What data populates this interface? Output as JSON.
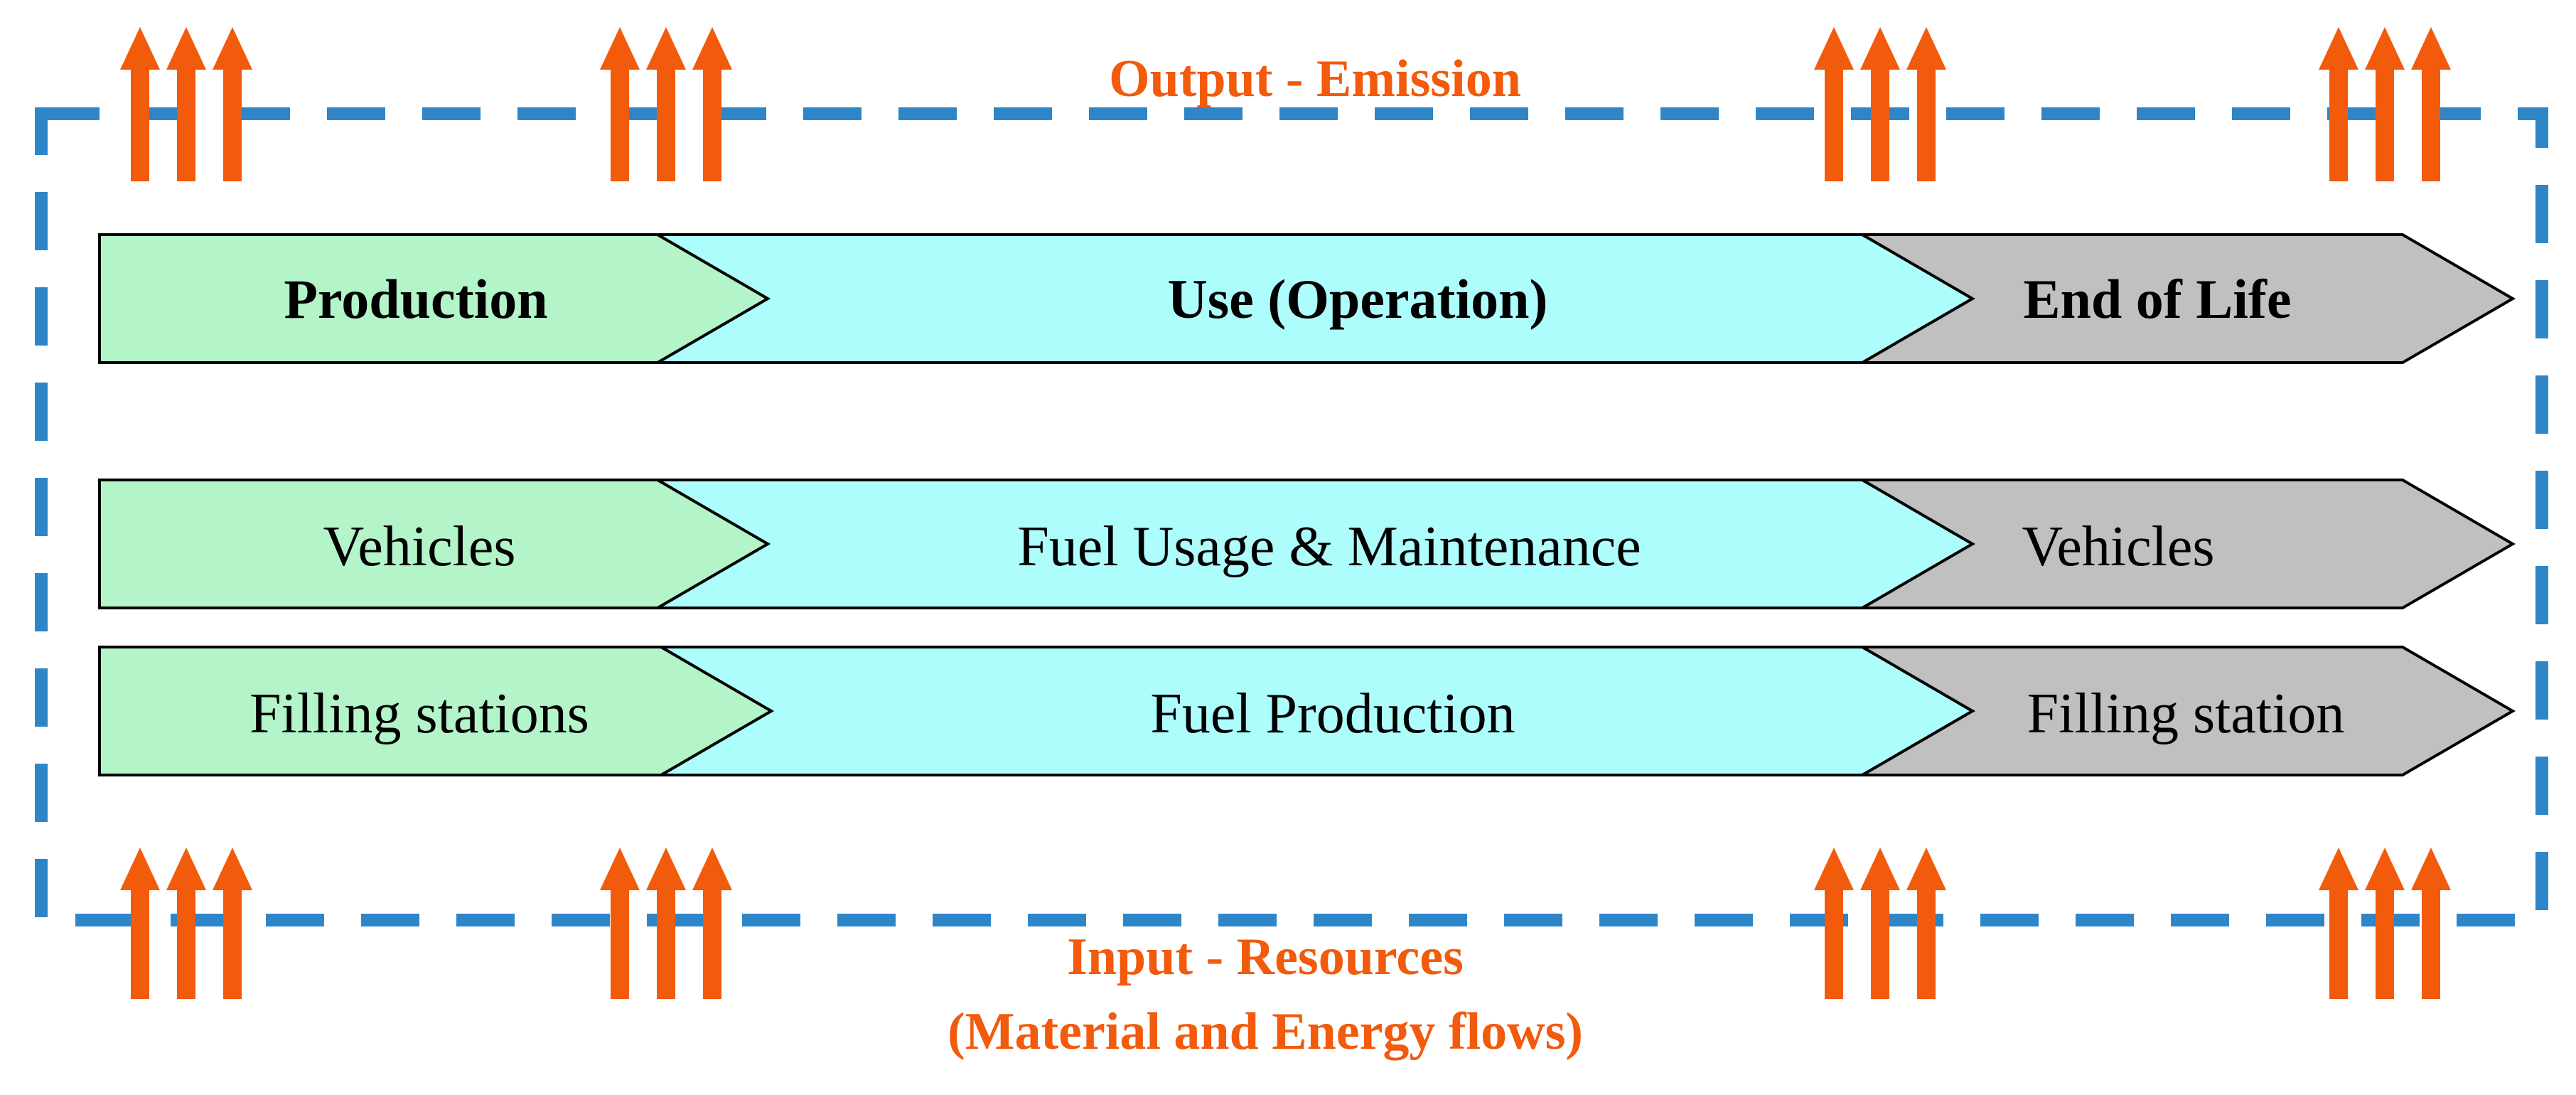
{
  "colors": {
    "boundary": "#2e86c8",
    "arrow": "#f25a0c",
    "caption": "#f25a0c",
    "production_fill": "#b3f5c9",
    "use_fill": "#adfdfd",
    "eol_fill": "#c0c0c0",
    "outline": "#000000"
  },
  "labels": {
    "output": "Output - Emission",
    "input_line1": "Input - Resources",
    "input_line2": "(Material and Energy flows)"
  },
  "rows": [
    {
      "id": "phase",
      "bold": true,
      "production": "Production",
      "use": "Use (Operation)",
      "eol": "End of Life"
    },
    {
      "id": "vehicles",
      "bold": false,
      "production": "Vehicles",
      "use": "Fuel Usage & Maintenance",
      "eol": "Vehicles"
    },
    {
      "id": "stations",
      "bold": false,
      "production": "Filling stations",
      "use": "Fuel Production",
      "eol": "Filling station"
    }
  ],
  "icons": {
    "top_arrow_groups": "up-arrow-icon",
    "bottom_arrow_groups": "up-arrow-icon"
  }
}
